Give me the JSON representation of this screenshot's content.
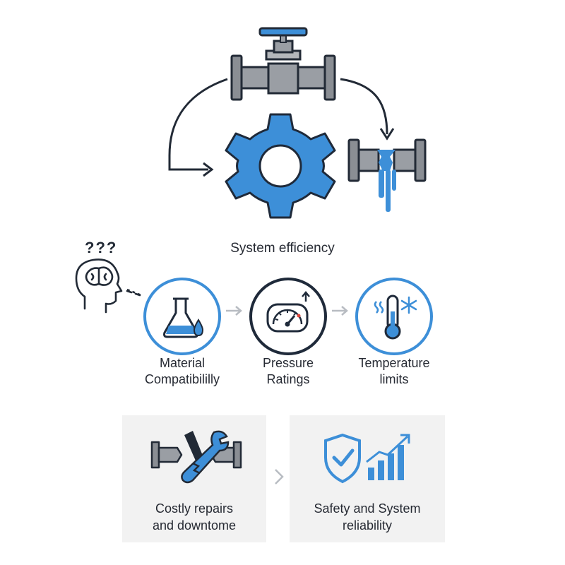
{
  "title": "System efficiency",
  "factors": [
    {
      "label_line1": "Material",
      "label_line2": "Compatibililly",
      "icon": "flask-icon"
    },
    {
      "label_line1": "Pressure",
      "label_line2": "Ratings",
      "icon": "pressure-gauge-icon"
    },
    {
      "label_line1": "Temperature",
      "label_line2": "limits",
      "icon": "thermometer-icon"
    }
  ],
  "outcomes": [
    {
      "label_line1": "Costly repairs",
      "label_line2": "and downtome",
      "icon": "broken-pipe-wrench-icon"
    },
    {
      "label_line1": "Safety and System",
      "label_line2": "reliability",
      "icon": "shield-growth-icon"
    }
  ],
  "thinking_marks": "???",
  "colors": {
    "accent": "#3d8fd8",
    "dark": "#1f2a3a",
    "steel": "#8a8e94",
    "panel": "#f2f2f2",
    "arrow_light": "#b8bcc2"
  }
}
